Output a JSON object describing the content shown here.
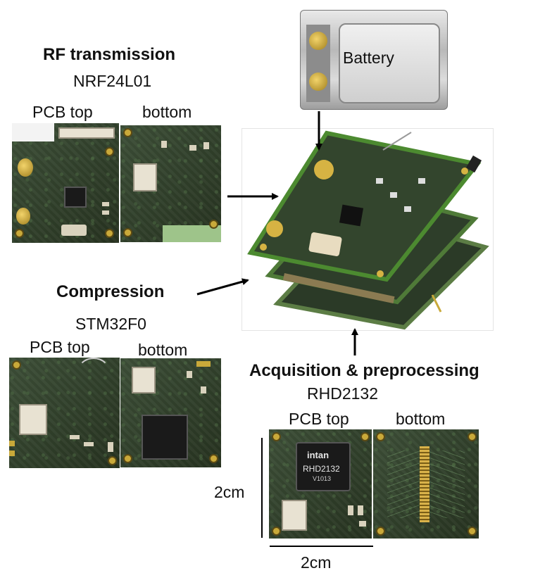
{
  "battery": {
    "label": "Battery"
  },
  "rf": {
    "title": "RF transmission",
    "chip": "NRF24L01",
    "top": "PCB top",
    "bottom": "bottom"
  },
  "compression": {
    "title": "Compression",
    "chip": "STM32F0",
    "top": "PCB top",
    "bottom": "bottom"
  },
  "acquisition": {
    "title": "Acquisition & preprocessing",
    "chip": "RHD2132",
    "top": "PCB top",
    "bottom": "bottom"
  },
  "chip_marking": {
    "brand": "intan",
    "part": "RHD2132",
    "code": "V1013"
  },
  "scale": {
    "vertical": "2cm",
    "horizontal": "2cm"
  },
  "colors": {
    "pcb": "#2f3d2d",
    "gold": "#c9a93a",
    "arrow": "#000000"
  }
}
